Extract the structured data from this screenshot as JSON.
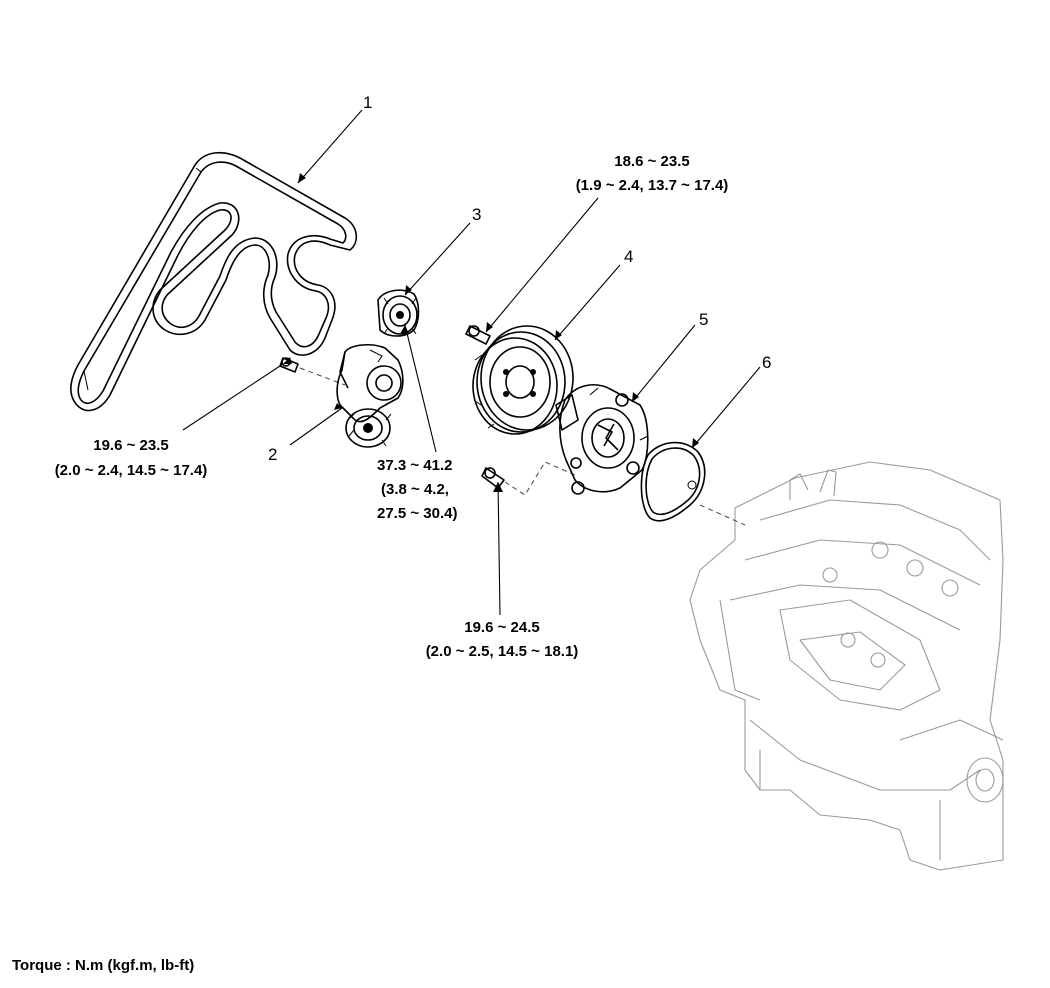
{
  "callouts": {
    "c1": "1",
    "c2": "2",
    "c3": "3",
    "c4": "4",
    "c5": "5",
    "c6": "6"
  },
  "torque": {
    "tensioner_bolt": {
      "line1": "19.6 ~ 23.5",
      "line2": "(2.0 ~ 2.4, 14.5 ~ 17.4)"
    },
    "idler_bolt": {
      "line1": "37.3 ~ 41.2",
      "line2": "(3.8 ~ 4.2,",
      "line3": "27.5 ~ 30.4)"
    },
    "pulley_bolt": {
      "line1": "18.6 ~ 23.5",
      "line2": "(1.9 ~ 2.4, 13.7 ~ 17.4)"
    },
    "pump_bolt": {
      "line1": "19.6 ~ 24.5",
      "line2": "(2.0 ~ 2.5, 14.5 ~ 18.1)"
    }
  },
  "footer": {
    "units": "Torque : N.m (kgf.m, lb-ft)"
  }
}
